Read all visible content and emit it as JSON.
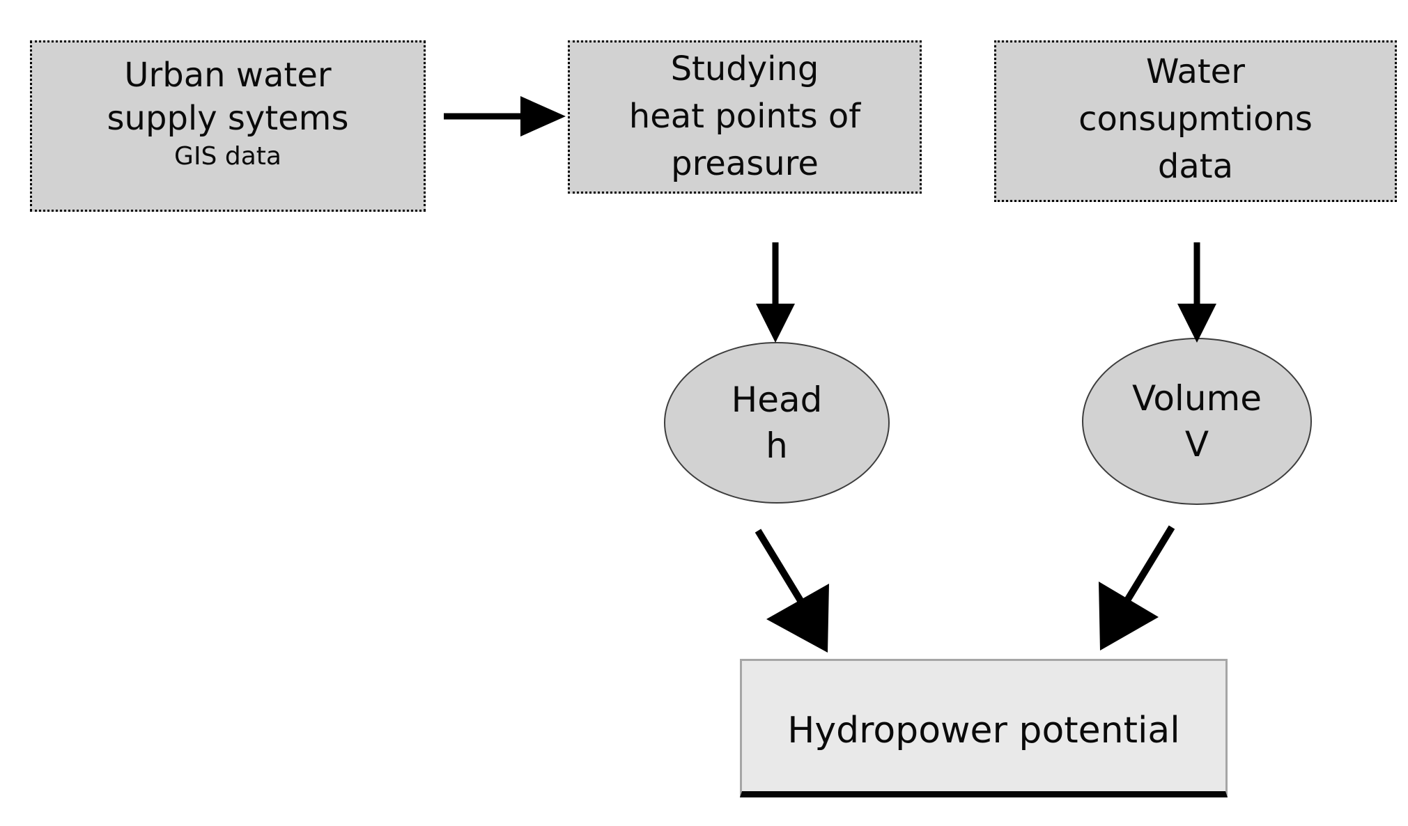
{
  "diagram": {
    "description": "Flowchart of hydropower potential estimation from urban water supply data",
    "colors": {
      "background": "#ffffff",
      "input_node_fill": "#d2d2d2",
      "output_node_fill": "#e9e9e9",
      "node_border": "#000000",
      "ellipse_border": "#3d3d3d",
      "arrow": "#000000",
      "text": "#0a0a0a"
    },
    "nodes": {
      "urban_box": {
        "shape": "dashed-rectangle",
        "text": "Urban water\nsupply sytems",
        "subtext": "GIS data"
      },
      "studying_box": {
        "shape": "dashed-rectangle",
        "text": "Studying\nheat points of\npreasure"
      },
      "water_box": {
        "shape": "dashed-rectangle",
        "text": "Water\nconsupmtions\ndata"
      },
      "head_ellipse": {
        "shape": "ellipse",
        "text": "Head\nh"
      },
      "volume_ellipse": {
        "shape": "ellipse",
        "text": "Volume\nV"
      },
      "output_box": {
        "shape": "rectangle",
        "text": "Hydropower potential"
      }
    },
    "edges": [
      {
        "from": "urban_box",
        "to": "studying_box",
        "direction": "right"
      },
      {
        "from": "studying_box",
        "to": "head_ellipse",
        "direction": "down"
      },
      {
        "from": "water_box",
        "to": "volume_ellipse",
        "direction": "down"
      },
      {
        "from": "head_ellipse",
        "to": "output_box",
        "direction": "down-right"
      },
      {
        "from": "volume_ellipse",
        "to": "output_box",
        "direction": "down-left"
      }
    ]
  }
}
